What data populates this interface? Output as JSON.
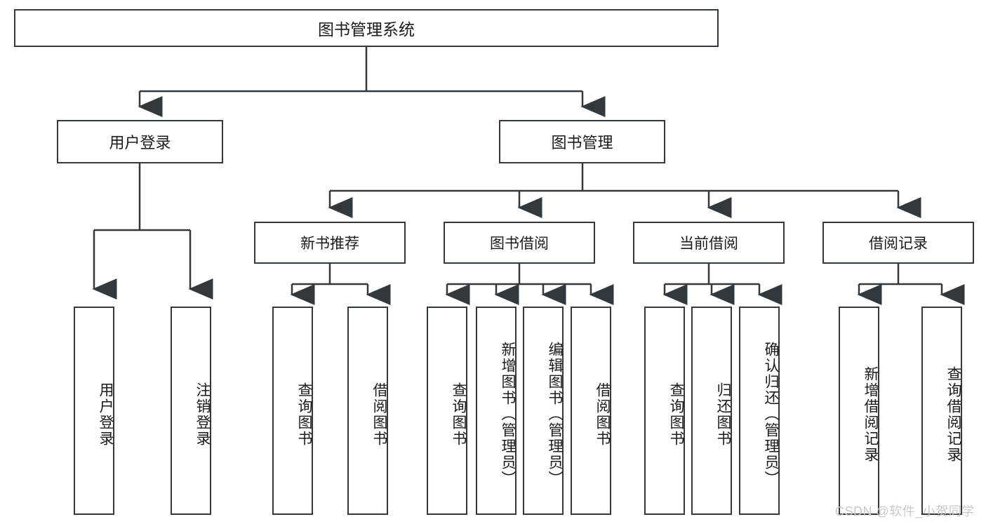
{
  "diagram": {
    "title": "图书管理系统",
    "type": "tree-hierarchy",
    "watermark": "CSDN @软件_小贺同学",
    "colors": {
      "stroke": "#33383d",
      "fill": "#ffffff",
      "text": "#1b1b1b",
      "watermark": "#c9c9c9"
    },
    "root": {
      "label": "图书管理系统"
    },
    "level2": [
      {
        "label": "用户登录"
      },
      {
        "label": "图书管理"
      }
    ],
    "level3": [
      {
        "label": "新书推荐"
      },
      {
        "label": "图书借阅"
      },
      {
        "label": "当前借阅"
      },
      {
        "label": "借阅记录"
      }
    ],
    "leaves": [
      {
        "label": "用户登录",
        "parent": "用户登录"
      },
      {
        "label": "注销登录",
        "parent": "用户登录"
      },
      {
        "label": "查询图书",
        "parent": "新书推荐"
      },
      {
        "label": "借阅图书",
        "parent": "新书推荐"
      },
      {
        "label": "查询图书",
        "parent": "图书借阅"
      },
      {
        "label": "新增图书（管理员）",
        "parent": "图书借阅"
      },
      {
        "label": "编辑图书（管理员）",
        "parent": "图书借阅"
      },
      {
        "label": "借阅图书",
        "parent": "图书借阅"
      },
      {
        "label": "查询图书",
        "parent": "当前借阅"
      },
      {
        "label": "归还图书",
        "parent": "当前借阅"
      },
      {
        "label": "确认归还（管理员）",
        "parent": "当前借阅"
      },
      {
        "label": "新增借阅记录",
        "parent": "借阅记录"
      },
      {
        "label": "查询借阅记录",
        "parent": "借阅记录"
      }
    ]
  }
}
